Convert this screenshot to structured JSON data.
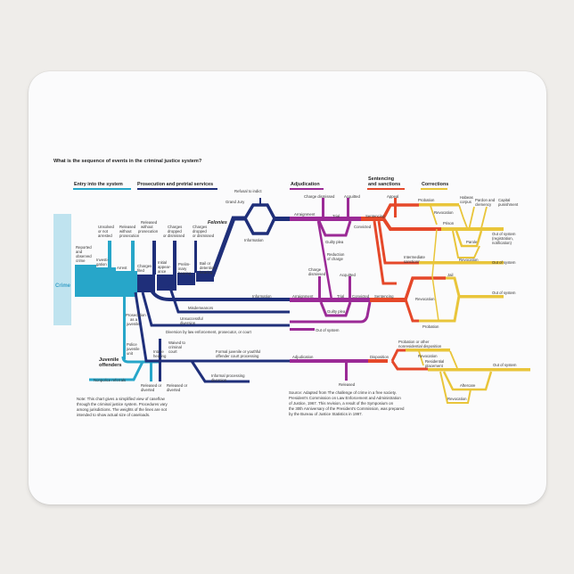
{
  "title": "What is the sequence of events in the criminal justice system?",
  "colors": {
    "entry": "#27a6c9",
    "entry_light": "#bfe3ef",
    "prosecution": "#1f2f7a",
    "adjudication": "#9b2a96",
    "sentencing": "#e5482a",
    "corrections": "#e9c53a",
    "pad": "#fbfbfc",
    "background": "#efedea"
  },
  "sections": [
    {
      "label": "Entry into the system",
      "color": "#27a6c9"
    },
    {
      "label": "Prosecution and pretrial services",
      "color": "#1f2f7a"
    },
    {
      "label": "Adjudication",
      "color": "#9b2a96"
    },
    {
      "label": "Sentencing and sanctions",
      "color": "#e5482a"
    },
    {
      "label": "Corrections",
      "color": "#e9c53a"
    }
  ],
  "sections_split": {
    "sentencing_line1": "Sentencing",
    "sentencing_line2": "and sanctions"
  },
  "entry": {
    "crime": "Crime",
    "reported": [
      "Reported",
      "and",
      "observed",
      "crime"
    ],
    "investigation": [
      "Investi-",
      "gation"
    ],
    "arrest": "Arrest",
    "unsolved": [
      "Unsolved",
      "or not",
      "arrested"
    ],
    "released_no_pros": [
      "Released",
      "without",
      "prosecution"
    ]
  },
  "prosecution": {
    "released_no_pros2": [
      "Released",
      "without",
      "prosecution"
    ],
    "charges_dropped1": [
      "Charges",
      "dropped",
      "or dismissed"
    ],
    "charges_dropped2": [
      "Charges",
      "dropped",
      "or dismissed"
    ],
    "charges_filed": [
      "Charges",
      "filed"
    ],
    "initial_appearance": [
      "Initial",
      "appear-",
      "ance"
    ],
    "preliminary_hearing": [
      "Prelim-",
      "inary",
      "hearing"
    ],
    "bail": [
      "Bail or",
      "detention",
      "hearing"
    ],
    "felonies": "Felonies",
    "grand_jury": "Grand Jury",
    "refusal_to_indict": "Refusal to indict",
    "information_top": "Information",
    "misdemeanors": "Misdemeanors",
    "information_mid": "Information",
    "unsuccessful_diversion": [
      "Unsuccessful",
      "diversion"
    ],
    "diversion": "Diversion by law enforcement, prosecutor, or court",
    "prosecution_as_juvenile": [
      "Prosecution",
      "as a",
      "juvenile"
    ],
    "waived": [
      "Waived to",
      "criminal",
      "court"
    ]
  },
  "juvenile": {
    "label": [
      "Juvenile",
      "offenders"
    ],
    "police_unit": [
      "Police",
      "juvenile",
      "unit"
    ],
    "intake": [
      "Intake",
      "hearing"
    ],
    "nonpolice": "Nonpolice referrals",
    "released1": [
      "Released or",
      "diverted"
    ],
    "released2": [
      "Released or",
      "diverted"
    ],
    "formal": [
      "Formal juvenile or youthful",
      "offender court processing"
    ],
    "informal": [
      "Informal processing",
      "diversion"
    ],
    "adjudication": "Adjudication",
    "released": "Released",
    "disposition": "Disposition",
    "probation_other": [
      "Probation or other",
      "nonresidential disposition"
    ],
    "revocation1": "Revocation",
    "residential": [
      "Residential",
      "placement"
    ],
    "aftercare": "Aftercare",
    "revocation2": "Revocation",
    "out_of_system": "Out of system"
  },
  "adjudication": {
    "charge_dismissed": "Charge dismissed",
    "acquitted_top": "Acquitted",
    "arraignment_top": "Arraignment",
    "trial_top": "Trial",
    "guilty_plea_top": "Guilty plea",
    "reduction": [
      "Reduction",
      "of charge"
    ],
    "convicted_top": "Convicted",
    "charge_dismissed2": [
      "Charge",
      "dismissed"
    ],
    "acquitted_mid": "Acquitted",
    "arraignment_mid": "Arraignment",
    "trial_mid": "Trial",
    "convicted_mid": "Convicted",
    "guilty_plea_mid": "Guilty plea",
    "out_of_system": "Out of system"
  },
  "sentencing": {
    "appeal": "Appeal",
    "sentencing_top": "Sentencing",
    "sentencing_mid": "Sentencing",
    "intermediate": [
      "Intermediate",
      "sanctions"
    ],
    "revocation": "Revocation",
    "probation_bottom": "Probation"
  },
  "corrections": {
    "probation": "Probation",
    "revocation1": "Revocation",
    "prison": "Prison",
    "habeas": [
      "Habeas",
      "corpus"
    ],
    "pardon": [
      "Pardon and",
      "clemency"
    ],
    "capital": [
      "Capital",
      "punishment"
    ],
    "out_reg": [
      "Out of system",
      "(registration,",
      "notification)"
    ],
    "parole": "Parole",
    "revocation2": "Revocation",
    "out1": "Out of system",
    "jail": "Jail",
    "out2": "Out of system"
  },
  "note": [
    "Note: This chart gives a simplified view of caseflow",
    "through the criminal justice system. Procedures vary",
    "among jurisdictions. The weights of the lines are not",
    "intended to show actual size of caseloads."
  ],
  "source": [
    "Source: Adapted from The challenge of crime in a free society.",
    "President's Commission on Law Enforcement and Administration",
    "of Justice, 1967. This revision, a result of the Symposium on",
    "the 30th Anniversary of the President's Commission, was prepared",
    "by the Bureau of Justice Statistics in 1997."
  ]
}
